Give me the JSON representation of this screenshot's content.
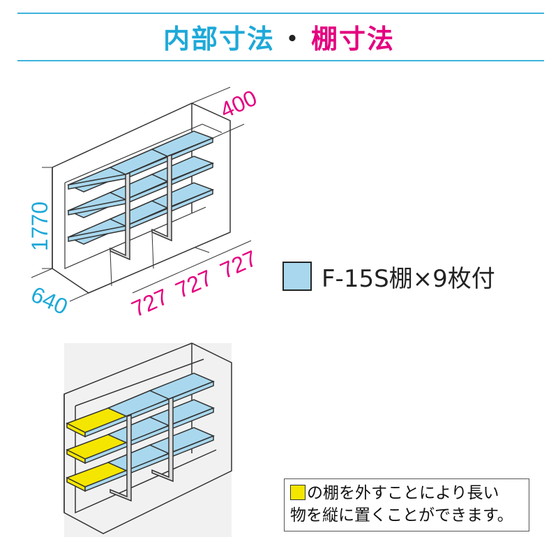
{
  "title": {
    "part1": "内部寸法",
    "separator": "・",
    "part2": "棚寸法"
  },
  "dimensions": {
    "depth_top": "400",
    "height": "1770",
    "depth_bottom": "640",
    "widths": [
      "727",
      "727",
      "727"
    ]
  },
  "legend": {
    "text": "F-15S棚×9枚付"
  },
  "note": {
    "line1": "の棚を外すことにより長い",
    "line2": "物を縦に置くことができます。"
  },
  "colors": {
    "shelf_blue": "#a9d8ee",
    "shelf_yellow": "#f5e600",
    "title_blue": "#1ea9d8",
    "title_magenta": "#e4007f",
    "rule": "#3cb4dc"
  }
}
